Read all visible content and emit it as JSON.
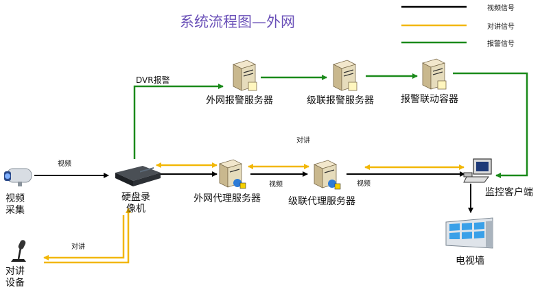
{
  "title": "系统流程图—外网",
  "legend": [
    {
      "label": "视频信号",
      "color": "#000000"
    },
    {
      "label": "对讲信号",
      "color": "#f2b705"
    },
    {
      "label": "报警信号",
      "color": "#1a8a1a"
    }
  ],
  "nodes": {
    "camera": "视频\n采集",
    "intercom_device": "对讲\n设备",
    "dvr": "硬盘录\n像机",
    "external_alarm_server": "外网报警服务器",
    "cascade_alarm_server": "级联报警服务器",
    "alarm_linkage": "报警联动容器",
    "external_proxy": "外网代理服务器",
    "cascade_proxy": "级联代理服务器",
    "monitor_client": "监控客户端",
    "tv_wall": "电视墙"
  },
  "edge_labels": {
    "dvr_alarm": "DVR报警",
    "video_in": "视频",
    "intercom_in": "对讲",
    "intercom_top": "对讲",
    "video_mid": "视频",
    "video_right": "视频"
  },
  "colors": {
    "video": "#000000",
    "intercom": "#f2b705",
    "alarm": "#1a8a1a",
    "title": "#6a50b8"
  }
}
